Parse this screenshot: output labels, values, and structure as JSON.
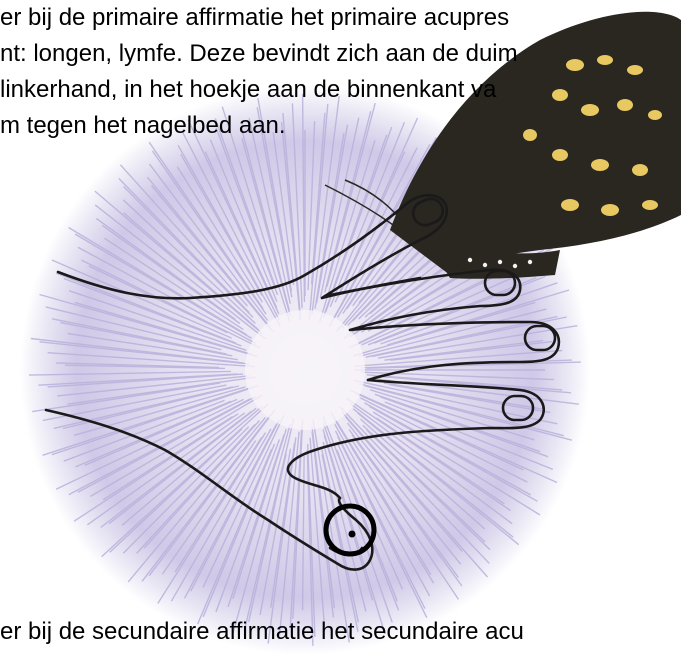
{
  "document": {
    "lines": [
      "er bij de primaire affirmatie het primaire acupres",
      "nt: longen, lymfe. Deze bevindt zich aan de duim",
      "linkerhand, in het hoekje aan de binnenkant va",
      "m tegen het nagelbed aan."
    ],
    "bottom_line": "er bij de secundaire affirmatie het secundaire acu"
  },
  "colors": {
    "text": "#000000",
    "flower_outer": "#c3bde0",
    "flower_inner": "#f3f0f7",
    "butterfly": "#2a2620",
    "butterfly_spots": "#e8c860",
    "hand_line": "#1a1a1a"
  }
}
